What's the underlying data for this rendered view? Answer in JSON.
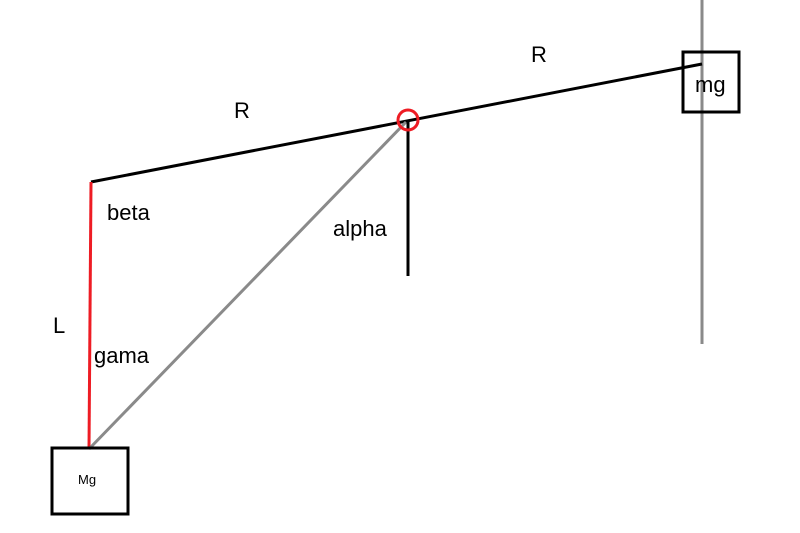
{
  "labels": {
    "r_left": "R",
    "r_right": "R",
    "beta": "beta",
    "alpha": "alpha",
    "l": "L",
    "gama": "gama",
    "big_mass": "Mg",
    "small_mass": "mg"
  },
  "colors": {
    "beam": "#000000",
    "string": "#ee1c24",
    "guide": "#808080",
    "pivot": "#ee1c24"
  }
}
